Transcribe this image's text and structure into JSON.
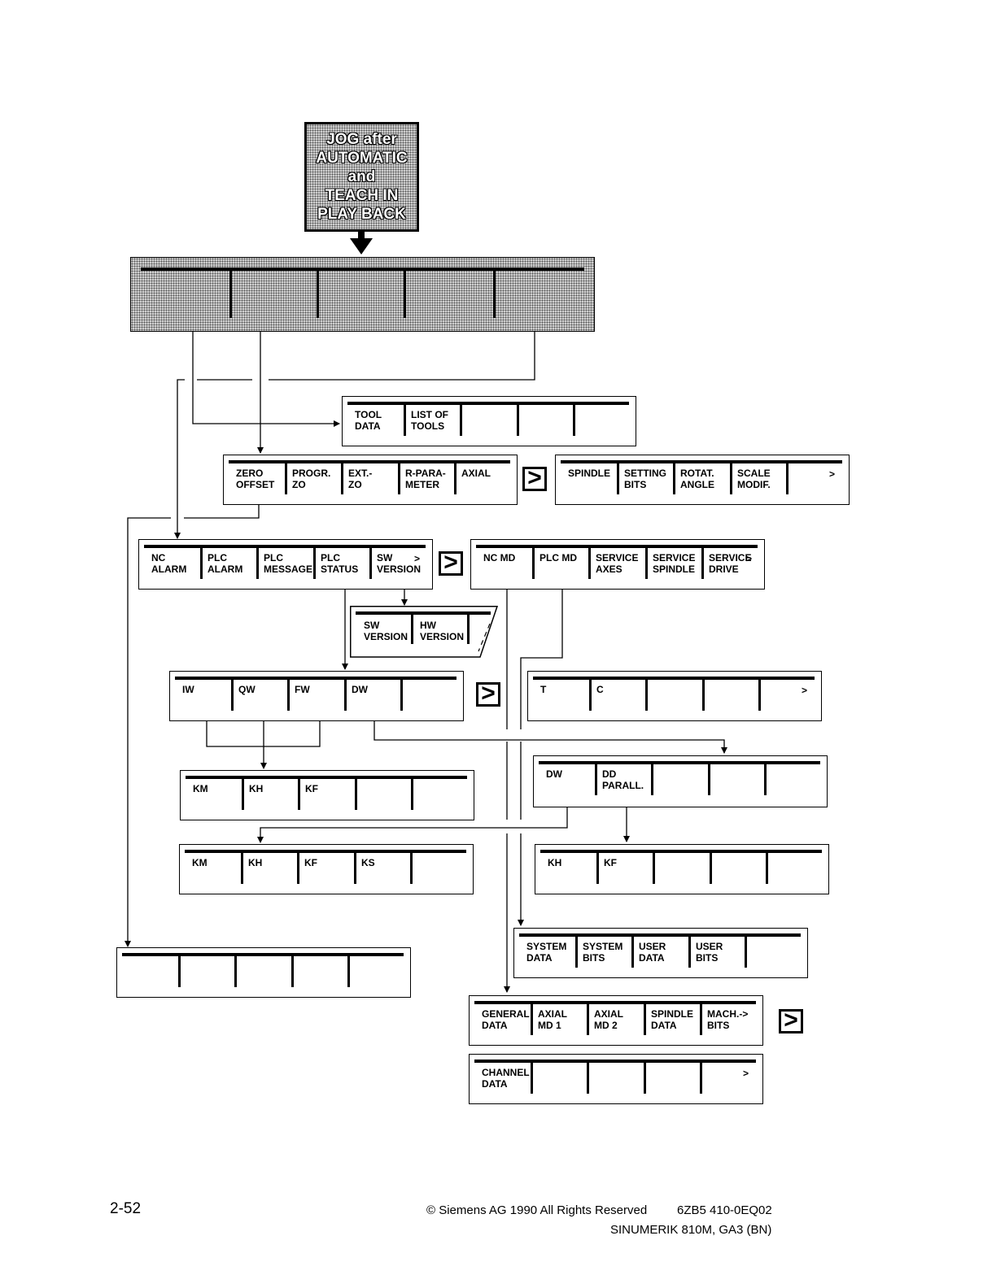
{
  "start_box": {
    "lines": [
      "JOG after",
      "AUTOMATIC",
      "and",
      "TEACH IN",
      "PLAY BACK"
    ]
  },
  "menus": {
    "tool": [
      "TOOL\nDATA",
      "LIST OF\nTOOLS",
      "",
      "",
      ""
    ],
    "zero": [
      "ZERO\nOFFSET",
      "PROGR.\nZO",
      "EXT.-\nZO",
      "R-PARA-\nMETER",
      "AXIAL"
    ],
    "spindle": [
      "SPINDLE",
      "SETTING\nBITS",
      "ROTAT.\nANGLE",
      "SCALE\nMODIF.",
      ">"
    ],
    "alarm": [
      "NC\nALARM",
      "PLC\nALARM",
      "PLC\nMESSAGE",
      "PLC\nSTATUS",
      "SW\nVERSION"
    ],
    "alarm_more": ">",
    "ncmd": [
      "NC MD",
      "PLC MD",
      "SERVICE\nAXES",
      "SERVICE\nSPINDLE",
      "SERVICE\nDRIVE"
    ],
    "ncmd_more": ">",
    "swversion": [
      "SW\nVERSION",
      "HW\nVERSION"
    ],
    "iw": [
      "IW",
      "QW",
      "FW",
      "DW",
      ""
    ],
    "tc": [
      "T",
      "C",
      "",
      "",
      ">"
    ],
    "dw": [
      "DW",
      "DD\nPARALL."
    ],
    "km1": [
      "KM",
      "KH",
      "KF",
      "",
      ""
    ],
    "km2": [
      "KM",
      "KH",
      "KF",
      "KS",
      ""
    ],
    "khkf": [
      "KH",
      "KF",
      "",
      "",
      ""
    ],
    "system": [
      "SYSTEM\nDATA",
      "SYSTEM\nBITS",
      "USER\nDATA",
      "USER\nBITS",
      ""
    ],
    "general": [
      "GENERAL\nDATA",
      "AXIAL\nMD 1",
      "AXIAL\nMD 2",
      "SPINDLE\nDATA",
      "MACH.->\nBITS"
    ],
    "channel": [
      "CHANNEL\nDATA",
      "",
      "",
      "",
      ">"
    ]
  },
  "more_symbol": ">",
  "footer": {
    "page": "2-52",
    "copyright": "© Siemens AG 1990 All Rights Reserved",
    "order_no": "6ZB5 410-0EQ02",
    "product": "SINUMERIK 810M, GA3 (BN)"
  }
}
